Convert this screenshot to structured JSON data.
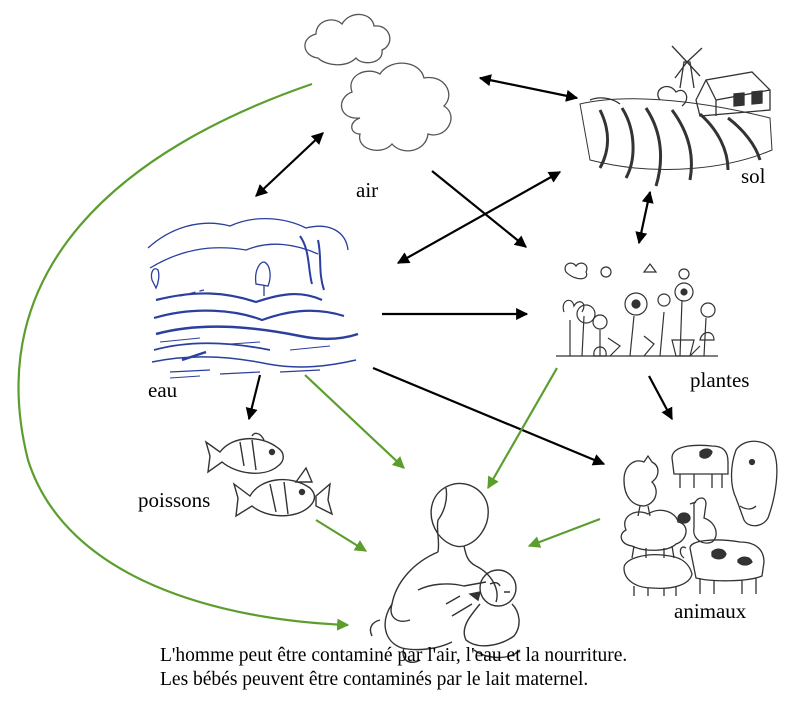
{
  "labels": {
    "air": "air",
    "sol": "sol",
    "eau": "eau",
    "plantes": "plantes",
    "poissons": "poissons",
    "animaux": "animaux"
  },
  "caption": {
    "line1": "L'homme peut être contaminé par l'air, l'eau et la nourriture.",
    "line2": "Les bébés peuvent être contaminés par le lait maternel."
  },
  "colors": {
    "environment_arrow": "#000000",
    "human_contamination_arrow": "#5c9e2e",
    "water_illustration": "#2a3f9e",
    "drawing_ink": "#333333"
  },
  "icons": [
    "cloud-icon",
    "farm-icon",
    "river-icon",
    "flowers-icon",
    "fish-icon",
    "farm-animals-icon",
    "mother-baby-icon"
  ]
}
